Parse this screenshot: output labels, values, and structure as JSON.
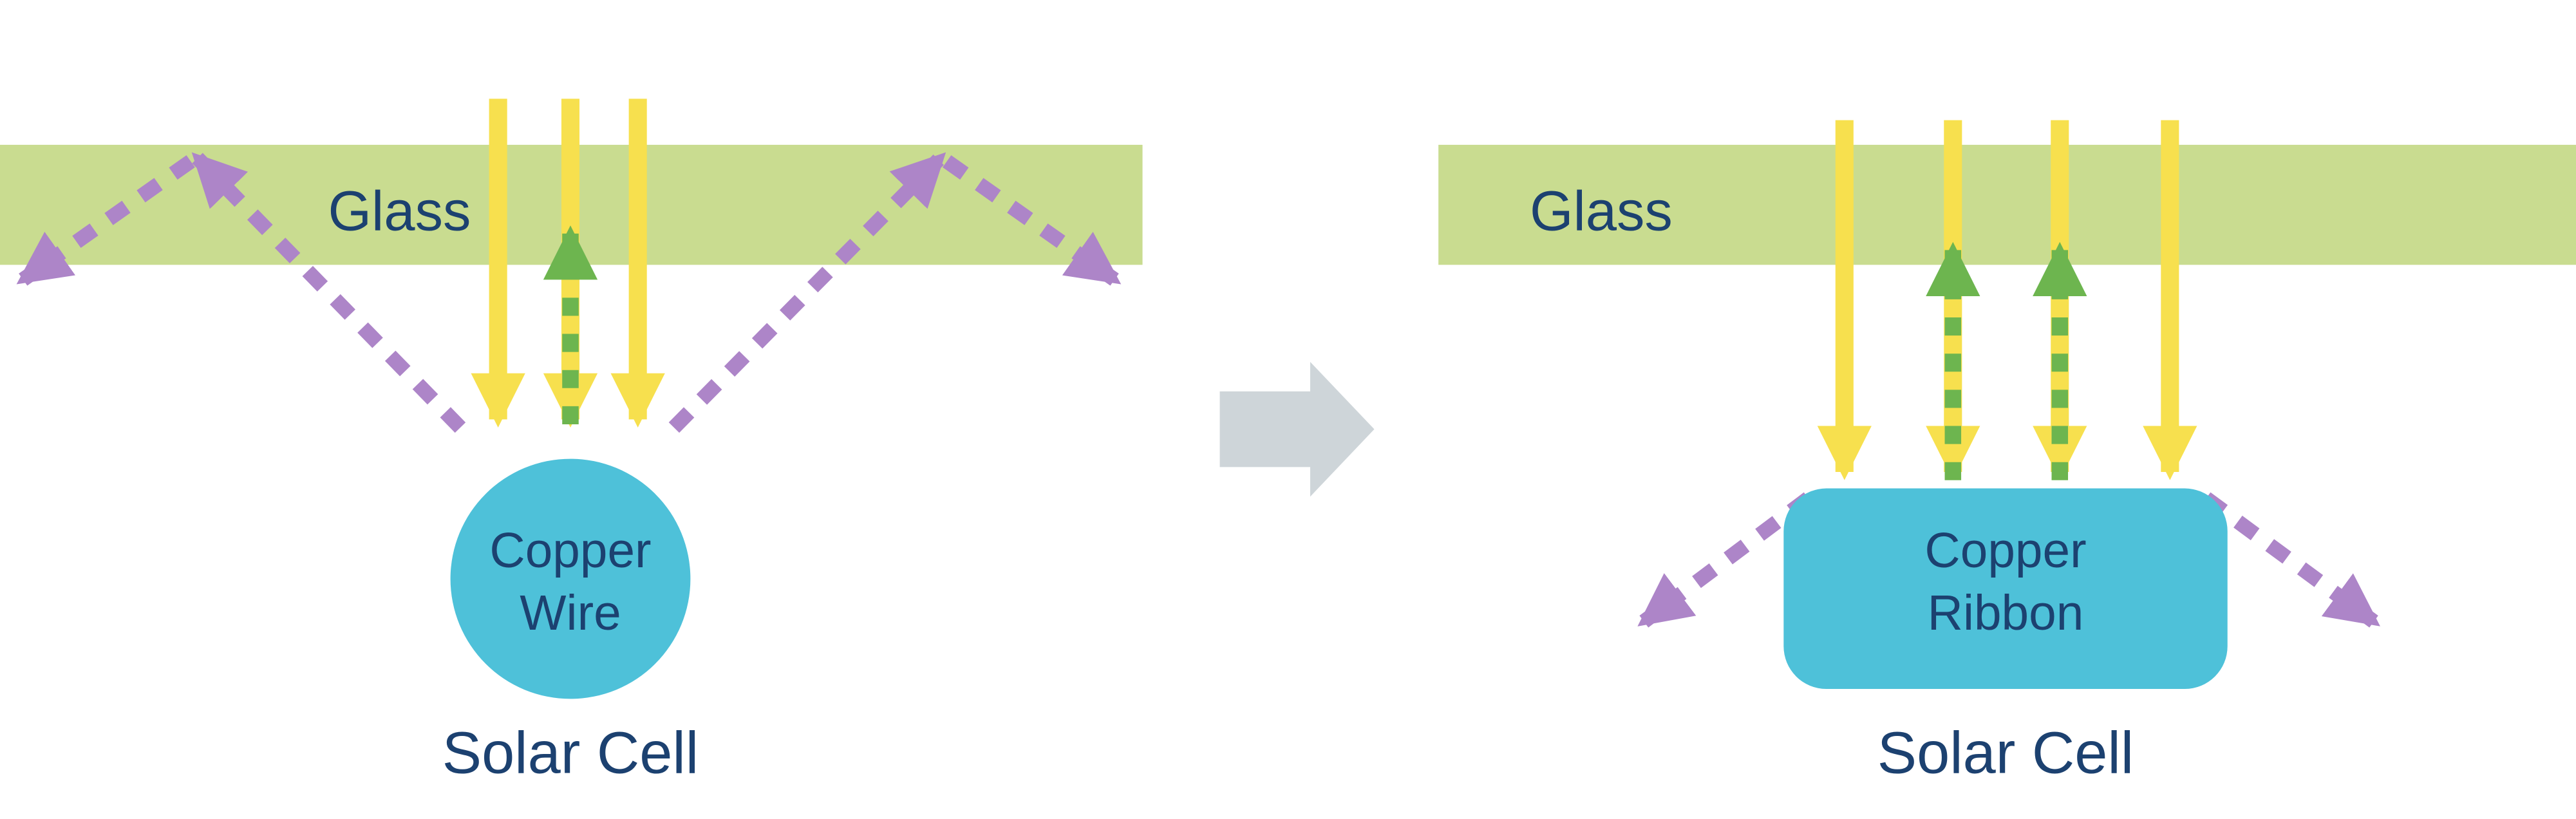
{
  "colors": {
    "glass": "#c9dc90",
    "incident_light_yellow": "#f7e04e",
    "useful_reflection_green": "#6db54f",
    "lost_reflection_purple": "#ad85c8",
    "conductor_blue": "#4ec1d9",
    "label_navy": "#1c4170",
    "transition_gray": "#ced5d9",
    "background": "#ffffff"
  },
  "icons": {
    "incident_light": "down-arrow",
    "useful_reflection": "dashed-up-arrow",
    "lost_reflection": "dashed-diagonal-arrow",
    "transition": "right-block-arrow"
  },
  "left_panel": {
    "glass_label": "Glass",
    "conductor_label": {
      "line1": "Copper",
      "line2": "Wire"
    },
    "cell_label": "Solar Cell"
  },
  "right_panel": {
    "glass_label": "Glass",
    "conductor_label": {
      "line1": "Copper",
      "line2": "Ribbon"
    },
    "cell_label": "Solar Cell"
  }
}
